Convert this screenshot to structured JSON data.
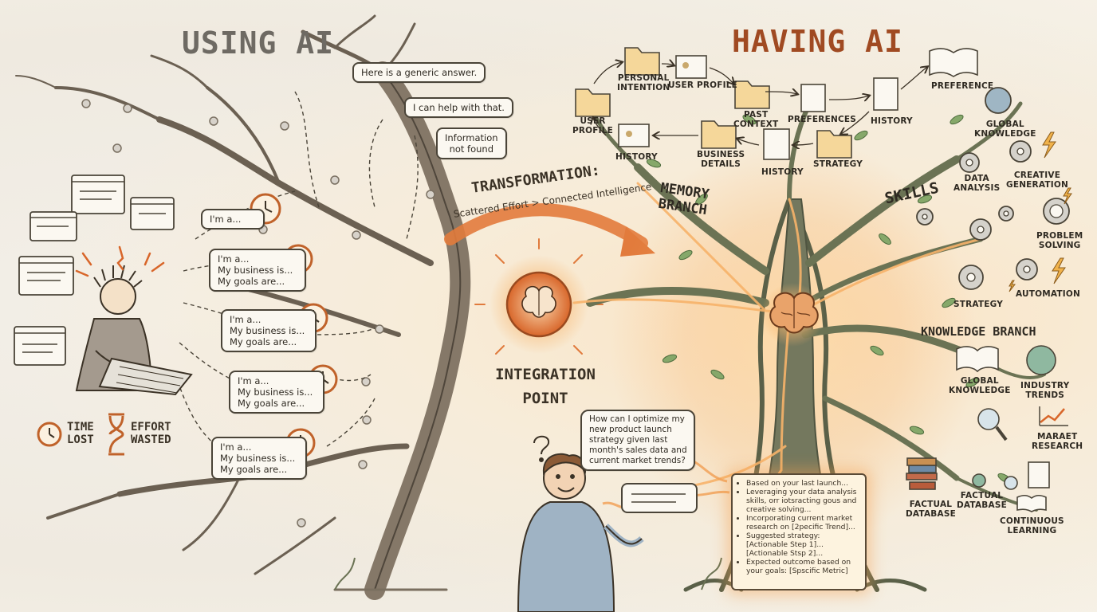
{
  "left": {
    "title": "USING AI",
    "bubbles": [
      "Here is a generic answer.",
      "I can help with that.",
      "Information\nnot found"
    ],
    "prompts": [
      {
        "line1": "I'm a...",
        "line2": "",
        "line3": ""
      },
      {
        "line1": "I'm a...",
        "line2": "My business is...",
        "line3": "My goals are..."
      },
      {
        "line1": "I'm a...",
        "line2": "My business is...",
        "line3": "My goals are..."
      },
      {
        "line1": "I'm a...",
        "line2": "My business is...",
        "line3": "My goals are..."
      },
      {
        "line1": "I'm a...",
        "line2": "My business is...",
        "line3": "My goals are..."
      }
    ],
    "legend_time": "TIME\nLOST",
    "legend_effort": "EFFORT\nWASTED"
  },
  "center": {
    "transformation_title": "TRANSFORMATION:",
    "transformation_sub": "Scattered Effort > Connected Intelligence",
    "integration": "INTEGRATION\nPOINT",
    "question": "How can I optimize my\nnew product launch\nstrategy given last\nmonth's sales data and\ncurrent market trends?"
  },
  "right": {
    "title": "HAVING AI",
    "memory_branch": "MEMORY\nBRANCH",
    "skills": "SKILLS",
    "knowledge_branch": "KNOWLEDGE BRANCH",
    "memory_items": [
      "USER\nPROFILE",
      "PERSONAL\nINTENTION",
      "USER PROFILE",
      "PAST\nCONTEXT",
      "PREFERENCES",
      "HISTORY",
      "PREFERENCE",
      "HISTORY",
      "BUSINESS\nDETAILS",
      "HISTORY",
      "STRATEGY"
    ],
    "skill_items": [
      "GLOBAL\nKNOWLEDGE",
      "DATA\nANALYSIS",
      "CREATIVE\nGENERATION",
      "PROBLEM\nSOLVING",
      "STRATEGY",
      "AUTOMATION"
    ],
    "knowledge_items": [
      "GLOBAL\nKNOWLEDGE",
      "INDUSTRY\nTRENDS",
      "MARAET\nRESEARCH",
      "FACTUAL\nDATABASE",
      "FACTUAL\nDATABASE",
      "CONTINUOUS\nLEARNING"
    ],
    "response": [
      "Based on your last launch...",
      "Leveraging your data analysis skills, orr iotsracting gous and creative solving...",
      "Incorporating current market research on [2pecific Trend]...",
      "Suggested strategy: [Actionable Step 1]... [Actionable Stsp 2]...",
      "Expected outcome based on your goals: [Spscific Metric]"
    ]
  },
  "colors": {
    "accent": "#d8662a",
    "ink": "#3b3226",
    "leaf": "#6f9a5a",
    "glow": "#f6b26b"
  }
}
